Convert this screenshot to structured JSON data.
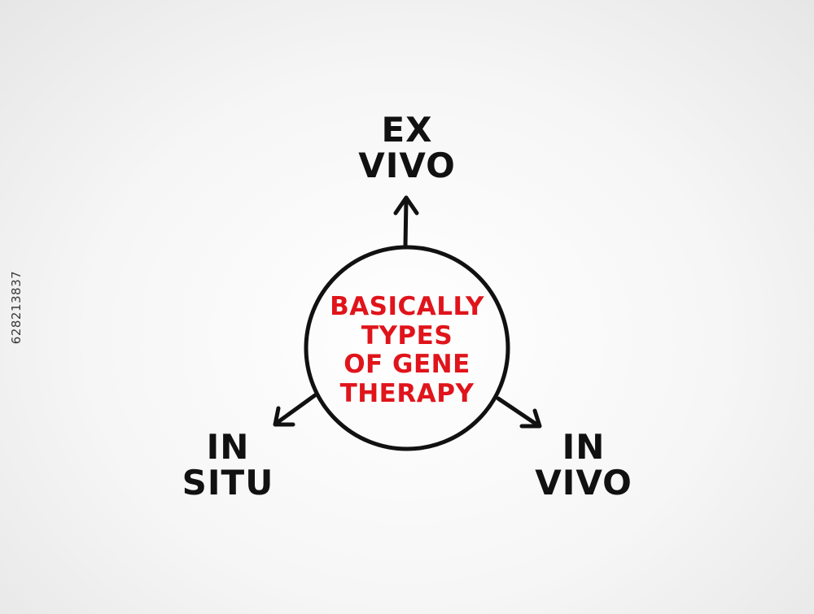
{
  "center": {
    "lines": [
      "BASICALLY",
      "TYPES",
      "OF GENE",
      "THERAPY"
    ],
    "color": "#e0141b"
  },
  "nodes": {
    "top": {
      "lines": [
        "EX",
        "VIVO"
      ]
    },
    "left": {
      "lines": [
        "IN",
        "SITU"
      ]
    },
    "right": {
      "lines": [
        "IN",
        "VIVO"
      ]
    }
  },
  "stroke_color": "#111111",
  "image_id": "628213837"
}
